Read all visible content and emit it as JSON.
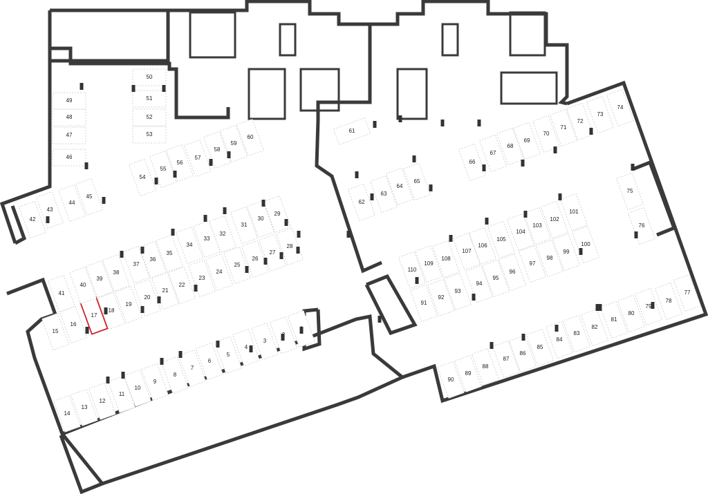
{
  "plan": {
    "selected_spot": "17",
    "colors": {
      "wall": "#3a3a3a",
      "selected_outline": "#d0202a",
      "spot_border": "#c9c9c9"
    },
    "spots": [
      "1",
      "2",
      "3",
      "4",
      "5",
      "6",
      "7",
      "8",
      "9",
      "10",
      "11",
      "12",
      "13",
      "14",
      "15",
      "16",
      "17",
      "18",
      "19",
      "20",
      "21",
      "22",
      "23",
      "24",
      "25",
      "26",
      "27",
      "28",
      "29",
      "30",
      "31",
      "32",
      "33",
      "34",
      "35",
      "36",
      "37",
      "38",
      "39",
      "40",
      "41",
      "42",
      "43",
      "44",
      "45",
      "46",
      "47",
      "48",
      "49",
      "50",
      "51",
      "52",
      "53",
      "54",
      "55",
      "56",
      "57",
      "58",
      "59",
      "60",
      "61",
      "62",
      "63",
      "64",
      "65",
      "66",
      "67",
      "68",
      "69",
      "70",
      "71",
      "72",
      "73",
      "74",
      "75",
      "76",
      "77",
      "78",
      "79",
      "80",
      "81",
      "82",
      "83",
      "84",
      "85",
      "86",
      "87",
      "88",
      "89",
      "90",
      "91",
      "92",
      "93",
      "94",
      "95",
      "96",
      "97",
      "98",
      "99",
      "100",
      "101",
      "102",
      "103",
      "104",
      "105",
      "106",
      "107",
      "108",
      "109",
      "110"
    ]
  }
}
